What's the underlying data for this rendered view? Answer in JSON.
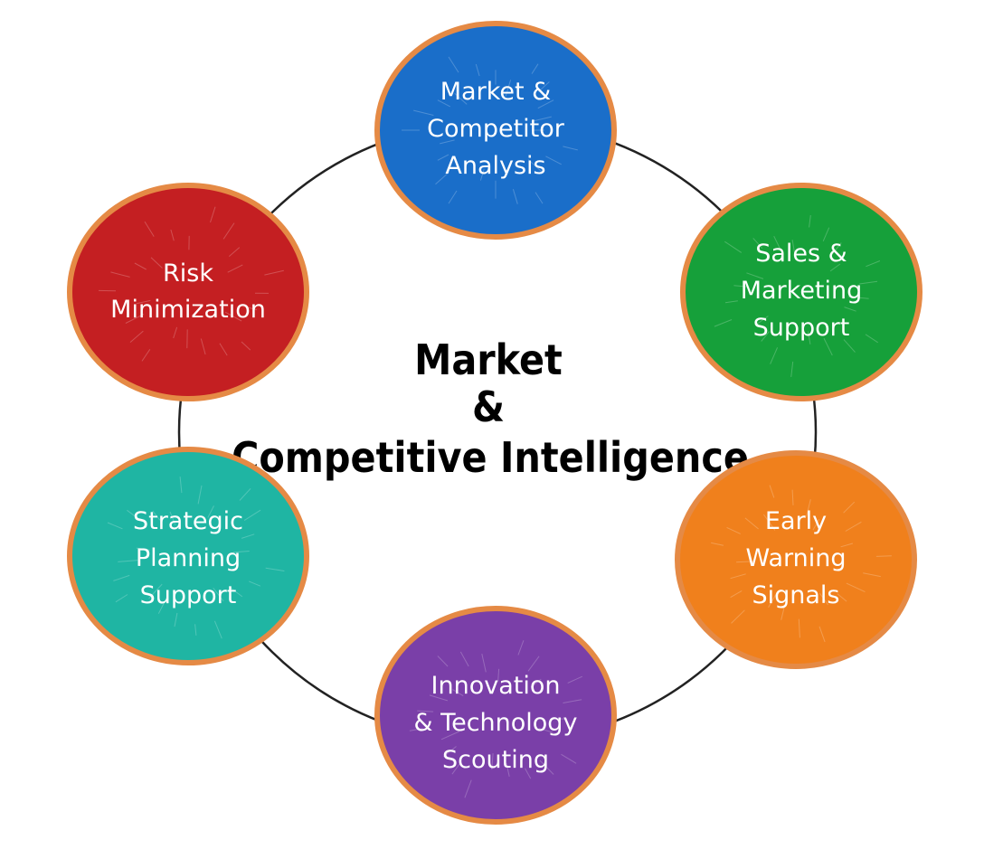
{
  "center": {
    "lines": [
      "Market",
      "&",
      "Competitive Intelligence"
    ]
  },
  "nodes": [
    {
      "id": "market-competitor-analysis",
      "lines": [
        "Market &",
        "Competitor",
        "Analysis"
      ],
      "color": "#1a6ec9"
    },
    {
      "id": "sales-marketing-support",
      "lines": [
        "Sales &",
        "Marketing",
        "Support"
      ],
      "color": "#16a03a"
    },
    {
      "id": "early-warning-signals",
      "lines": [
        "Early",
        "Warning",
        "Signals"
      ],
      "color": "#f0801c"
    },
    {
      "id": "innovation-technology-scouting",
      "lines": [
        "Innovation",
        "& Technology",
        "Scouting"
      ],
      "color": "#7a3fa8"
    },
    {
      "id": "strategic-planning-support",
      "lines": [
        "Strategic",
        "Planning",
        "Support"
      ],
      "color": "#1fb5a3"
    },
    {
      "id": "risk-minimization",
      "lines": [
        "Risk",
        "Minimization"
      ],
      "color": "#c41f22"
    }
  ],
  "colors": {
    "border": "#e58a45",
    "ring": "#222222"
  }
}
